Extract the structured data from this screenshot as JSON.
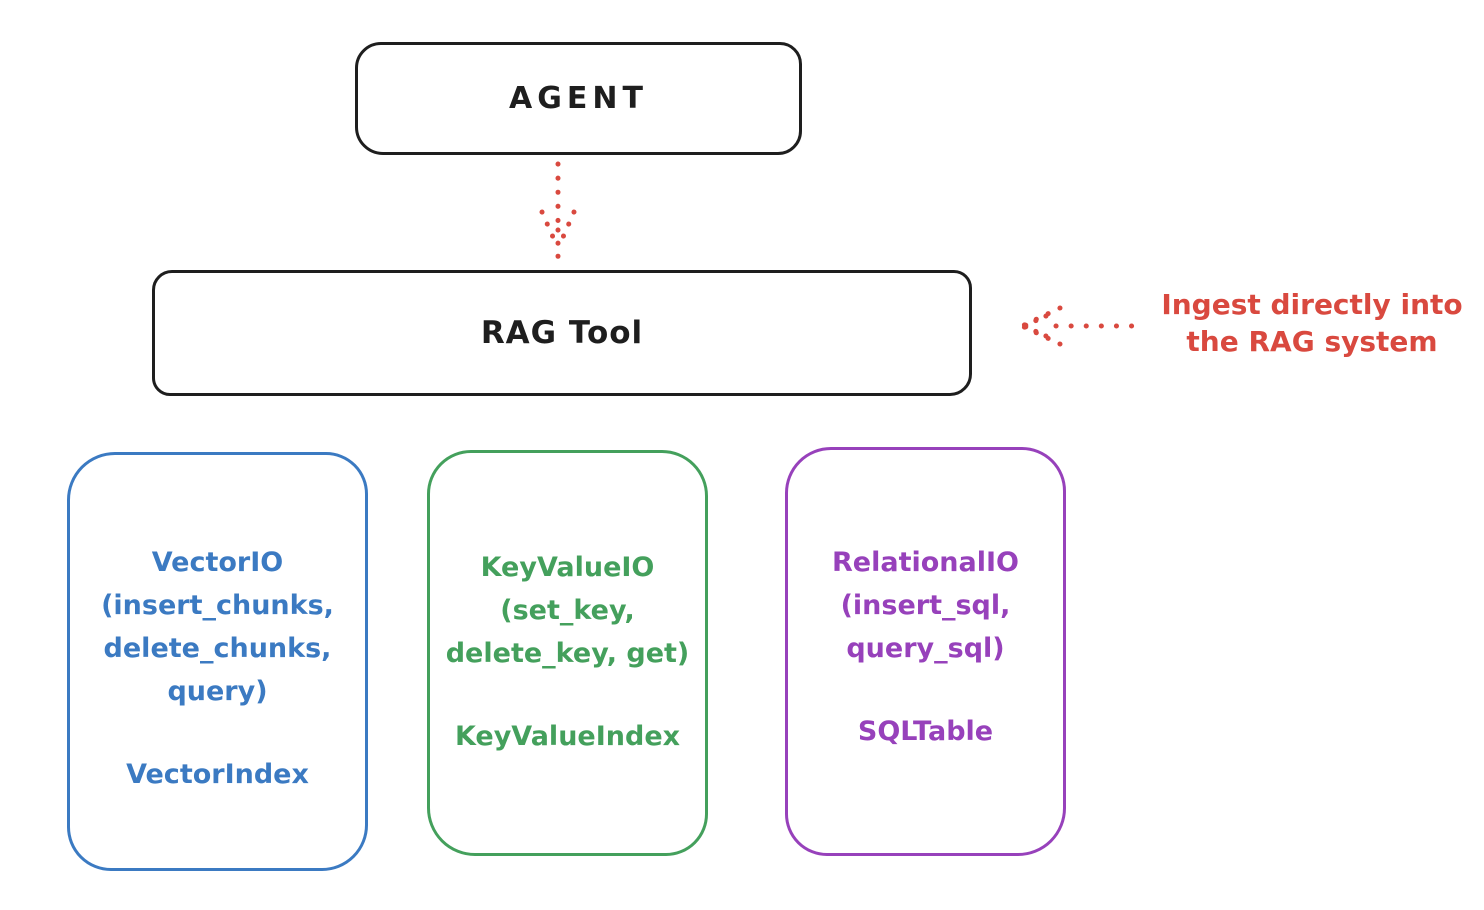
{
  "diagram": {
    "agent": {
      "label": "AGENT"
    },
    "rag": {
      "label": "RAG Tool"
    },
    "annotation": {
      "line1": "Ingest directly into",
      "line2": "the RAG system"
    },
    "backends": [
      {
        "name": "vector-io",
        "color": "#3b7ac2",
        "lines": [
          "VectorIO",
          "(insert_chunks,",
          "delete_chunks,",
          "query)"
        ],
        "index_label": "VectorIndex"
      },
      {
        "name": "keyvalue-io",
        "color": "#44a05c",
        "lines": [
          "KeyValueIO",
          "(set_key,",
          "delete_key, get)"
        ],
        "index_label": "KeyValueIndex"
      },
      {
        "name": "relational-io",
        "color": "#9741bb",
        "lines": [
          "RelationalIO",
          "(insert_sql,",
          "query_sql)"
        ],
        "index_label": "SQLTable"
      }
    ],
    "colors": {
      "stroke": "#1e1e1e",
      "accent_red": "#d9493f",
      "vector_blue": "#3b7ac2",
      "keyvalue_green": "#44a05c",
      "relational_purple": "#9741bb"
    }
  }
}
